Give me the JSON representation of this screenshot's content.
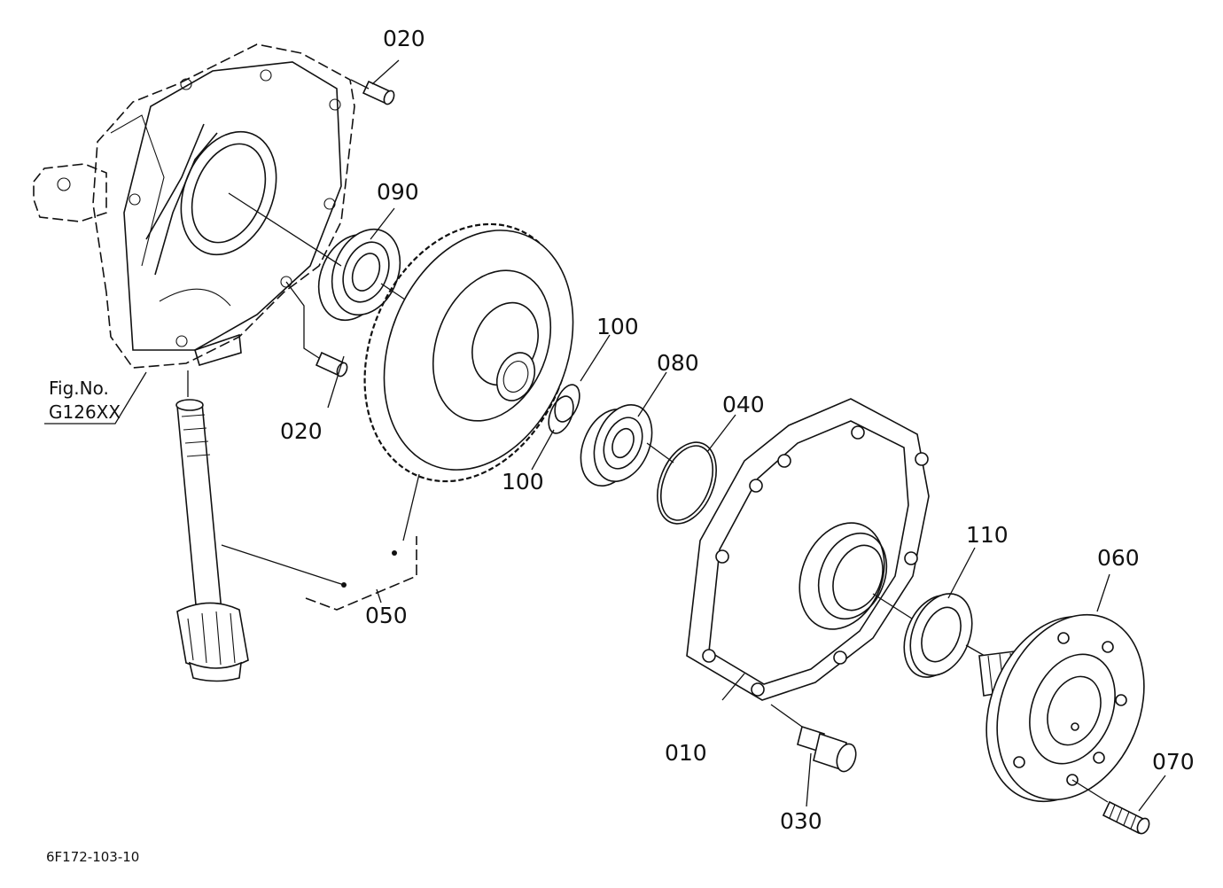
{
  "labels": {
    "p010": "010",
    "p020a": "020",
    "p020b": "020",
    "p030": "030",
    "p040": "040",
    "p050": "050",
    "p060": "060",
    "p070": "070",
    "p080": "080",
    "p090": "090",
    "p100a": "100",
    "p100b": "100",
    "p110": "110"
  },
  "figref": {
    "line1": "Fig.No.",
    "line2": "G126XX"
  },
  "drawing_code": "6F172-103-10"
}
